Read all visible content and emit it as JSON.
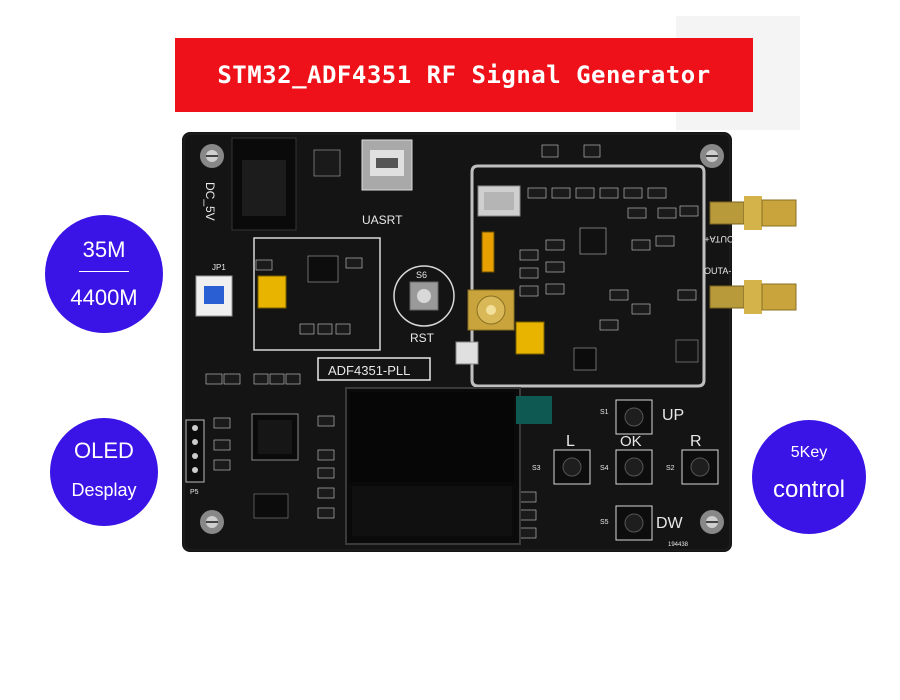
{
  "banner": {
    "title": "STM32_ADF4351 RF Signal Generator"
  },
  "badges": {
    "freq_min": "35M",
    "freq_max": "4400M",
    "oled_line1": "OLED",
    "oled_line2": "Desplay",
    "key_line1": "5Key",
    "key_line2": "control"
  },
  "board": {
    "dc_label": "DC_5V",
    "usb_label": "UASRT",
    "rst_label": "RST",
    "switch_label": "S6",
    "jumper_label": "JP1",
    "pll_label": "ADF4351-PLL",
    "out_a_label": "OUTA+",
    "out_b_label": "OUTA-",
    "key_up": "UP",
    "key_ok": "OK",
    "key_left": "L",
    "key_right": "R",
    "key_down": "DW",
    "s1": "S1",
    "s2": "S2",
    "s3": "S3",
    "s4": "S4",
    "s5": "S5",
    "p5_label": "P5",
    "serial": "194438"
  },
  "colors": {
    "banner": "#ee1119",
    "badge": "#3a14e6",
    "pcb": "#141414",
    "silkscreen": "#e8e8e8"
  }
}
